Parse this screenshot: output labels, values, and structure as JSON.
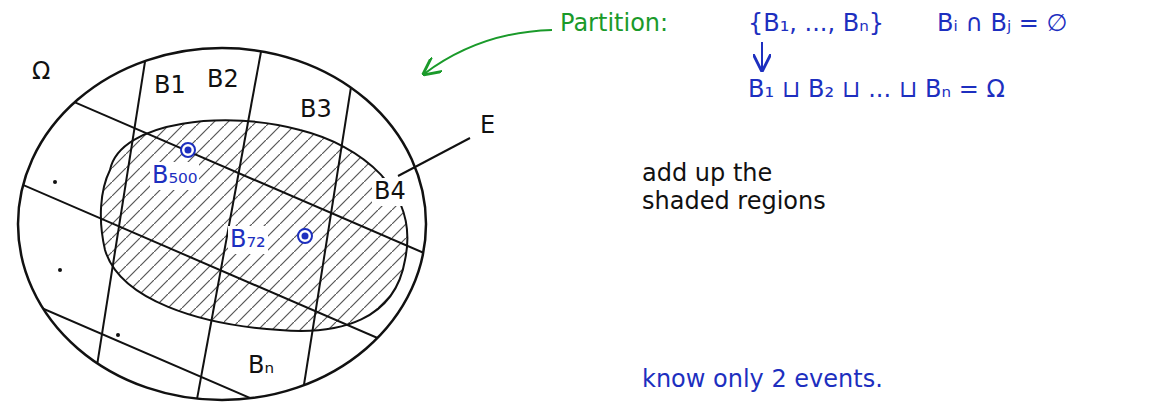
{
  "diagram": {
    "labels": [
      "Ω",
      "B1",
      "B2",
      "B3",
      "B4",
      "Bₙ",
      "B₅₀₀",
      "B₇₂",
      "E",
      "Partition:",
      "{B₁, ..., Bₙ}",
      "Bᵢ ∩ Bⱼ = ∅",
      "B₁ ⊔ B₂ ⊔ ... ⊔ Bₙ = Ω",
      "add up the shaded regions",
      "know only 2 events."
    ]
  }
}
